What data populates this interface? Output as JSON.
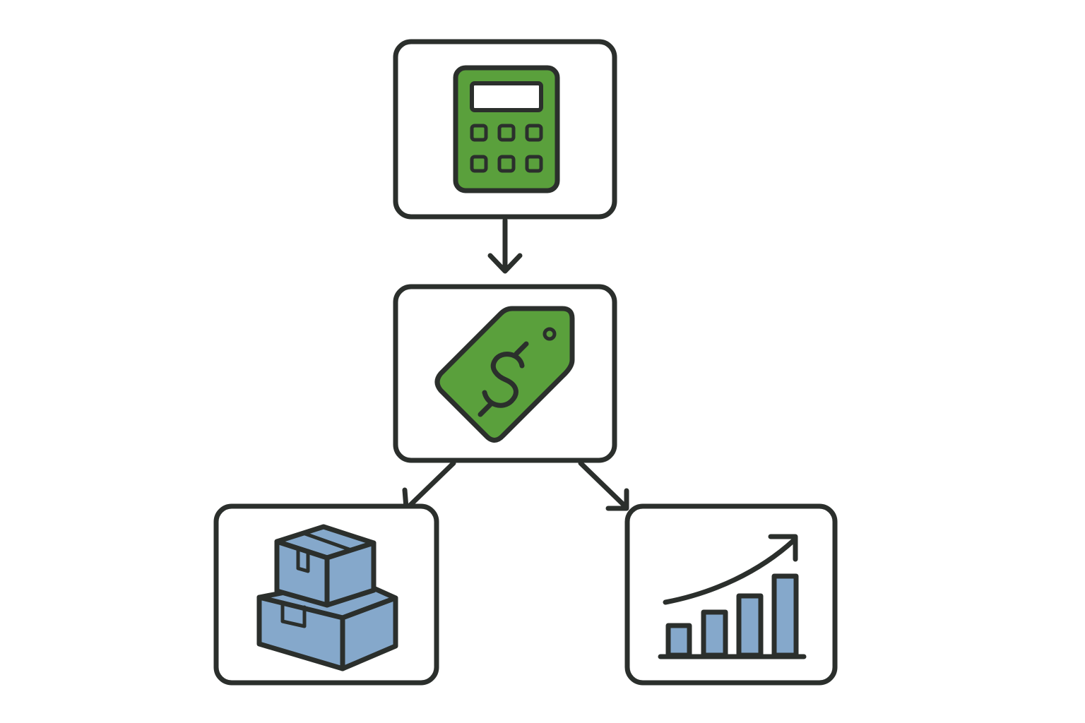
{
  "colors": {
    "background": "#ffffff",
    "stroke": "#2b2f2c",
    "green_fill": "#5aa03c",
    "blue_fill": "#85a8cb",
    "screen_fill": "#ffffff"
  },
  "nodes": [
    {
      "id": "calculator",
      "icon": "calculator-icon"
    },
    {
      "id": "price-tag",
      "icon": "dollar-price-tag-icon"
    },
    {
      "id": "inventory",
      "icon": "stacked-boxes-icon"
    },
    {
      "id": "sales-growth",
      "icon": "growth-bar-chart-icon"
    }
  ],
  "edges": [
    {
      "from": "calculator",
      "to": "price-tag"
    },
    {
      "from": "price-tag",
      "to": "inventory"
    },
    {
      "from": "price-tag",
      "to": "sales-growth"
    }
  ]
}
